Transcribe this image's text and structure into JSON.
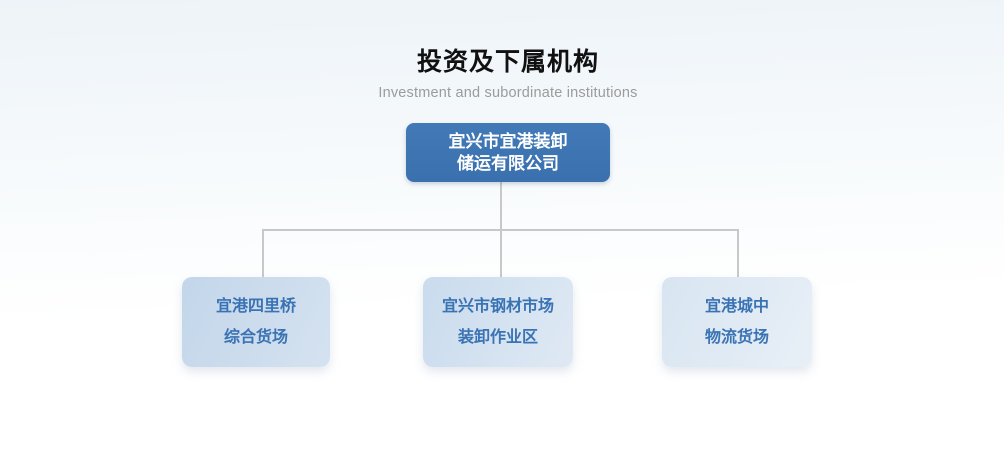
{
  "header": {
    "title": "投资及下属机构",
    "subtitle": "Investment and subordinate institutions"
  },
  "org_chart": {
    "type": "org-tree",
    "root": {
      "line1": "宜兴市宜港装卸",
      "line2": "储运有限公司"
    },
    "children": [
      {
        "line1": "宜港四里桥",
        "line2": "综合货场"
      },
      {
        "line1": "宜兴市钢材市场",
        "line2": "装卸作业区"
      },
      {
        "line1": "宜港城中",
        "line2": "物流货场"
      }
    ]
  },
  "colors": {
    "background_top": "#edf3f8",
    "background_bottom": "#ffffff",
    "root_box_blue": "#3b72b1",
    "root_text": "#ffffff",
    "child_box_light_blue": "#cddeee",
    "child_text_blue": "#3a73b4",
    "connector_gray": "#c7c8ca",
    "title_text": "#111111",
    "subtitle_text": "#9b9b9b"
  }
}
